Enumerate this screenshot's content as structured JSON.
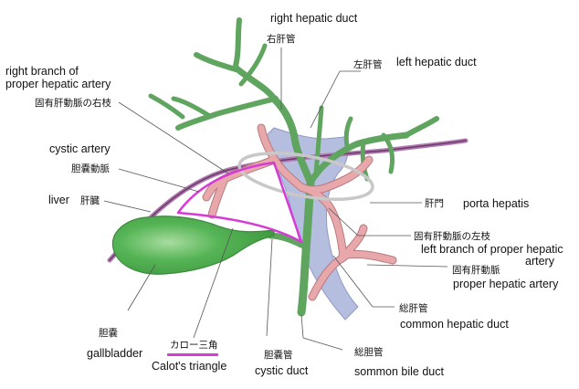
{
  "labels": {
    "right_hepatic_duct_en": "right hepatic duct",
    "right_hepatic_duct_ja": "右肝管",
    "left_hepatic_duct_ja": "左肝管",
    "left_hepatic_duct_en": "left hepatic duct",
    "right_branch_artery_en_1": "right branch of",
    "right_branch_artery_en_2": "proper hepatic artery",
    "right_branch_artery_ja": "固有肝動脈の右枝",
    "cystic_artery_en": "cystic artery",
    "cystic_artery_ja": "胆嚢動脈",
    "liver_en": "liver",
    "liver_ja": "肝臓",
    "porta_hepatis_ja": "肝門",
    "porta_hepatis_en": "porta hepatis",
    "left_branch_artery_ja": "固有肝動脈の左枝",
    "left_branch_artery_en_1": "left branch of proper hepatic",
    "left_branch_artery_en_2": "artery",
    "proper_hepatic_artery_ja": "固有肝動脈",
    "proper_hepatic_artery_en": "proper hepatic artery",
    "common_hepatic_duct_ja": "総肝管",
    "common_hepatic_duct_en": "common hepatic duct",
    "gallbladder_ja": "胆嚢",
    "gallbladder_en": "gallbladder",
    "calots_triangle_ja": "カロー三角",
    "calots_triangle_en": "Calot's triangle",
    "cystic_duct_ja": "胆嚢管",
    "cystic_duct_en": "cystic duct",
    "common_bile_duct_ja": "総胆管",
    "common_bile_duct_en": "sommon bile duct"
  },
  "colors": {
    "duct_green": "#5fa55f",
    "duct_green_dark": "#3f8a3f",
    "artery_pink": "#e8a8ab",
    "artery_pink_dark": "#b77a7d",
    "portal_vein_blue": "#a9b3d9",
    "liver_edge_purple": "#b07ab0",
    "calot_magenta": "#d63bd6",
    "gallbladder_green": "#4fb04f"
  }
}
